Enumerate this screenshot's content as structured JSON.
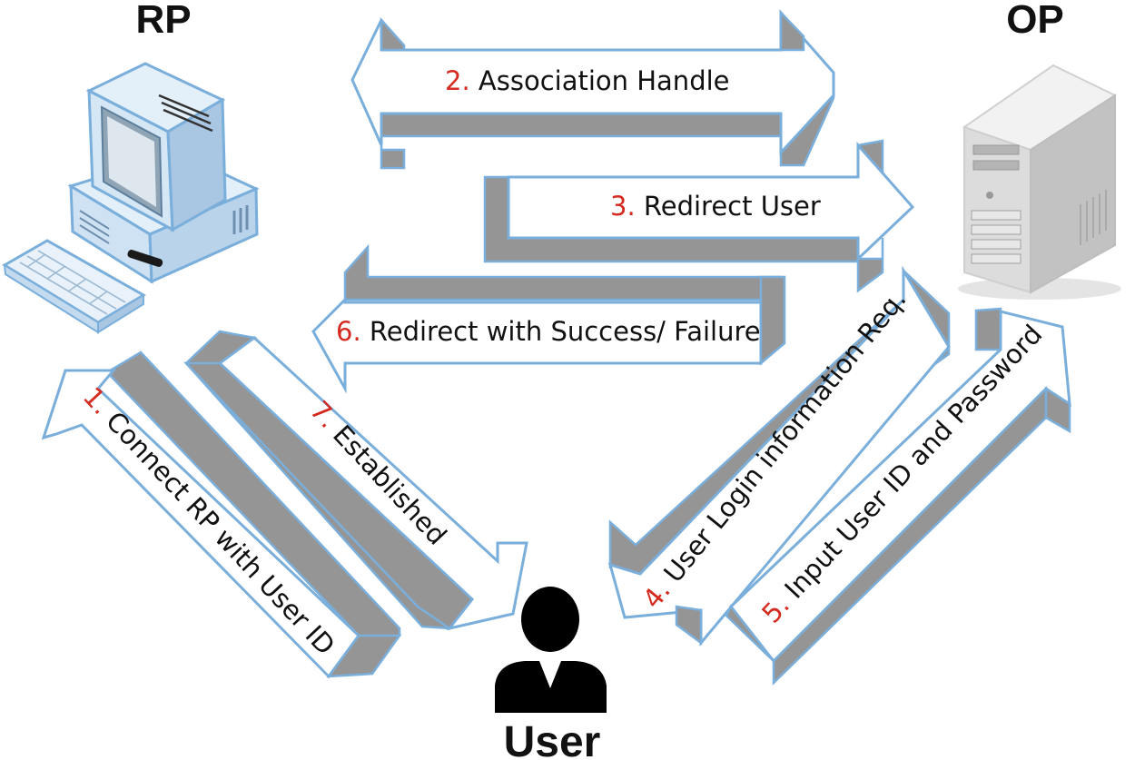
{
  "nodes": {
    "rp": "RP",
    "op": "OP",
    "user": "User"
  },
  "steps": [
    {
      "num": "1.",
      "text": " Connect RP with User ID"
    },
    {
      "num": "2.",
      "text": " Association Handle"
    },
    {
      "num": "3.",
      "text": " Redirect User"
    },
    {
      "num": "4.",
      "text": " User Login information Req."
    },
    {
      "num": "5.",
      "text": " Input User ID and Password"
    },
    {
      "num": "6.",
      "text": " Redirect with Success/ Failure"
    },
    {
      "num": "7.",
      "text": " Established"
    }
  ],
  "colors": {
    "step_number": "#d42a20",
    "arrow_outline": "#7aaedb",
    "arrow_depth": "#959595",
    "text": "#111111"
  },
  "icons": {
    "rp": "desktop-computer-icon",
    "op": "server-tower-icon",
    "user": "user-silhouette-icon"
  }
}
